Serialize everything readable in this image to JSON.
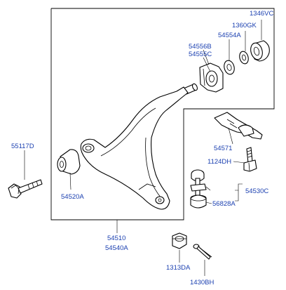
{
  "labels": {
    "p1346VC": "1346VC",
    "p1360GK": "1360GK",
    "p54554A": "54554A",
    "p54556B": "54556B",
    "p54555C": "54555C",
    "p54571": "54571",
    "p1124DH": "1124DH",
    "p54530C": "54530C",
    "p56828A": "56828A",
    "p55117D": "55117D",
    "p54520A": "54520A",
    "p54510": "54510",
    "p54540A": "54540A",
    "p1313DA": "1313DA",
    "p1430BH": "1430BH"
  },
  "colors": {
    "label": "#1a3fb0",
    "line": "#000000",
    "background": "#ffffff"
  }
}
